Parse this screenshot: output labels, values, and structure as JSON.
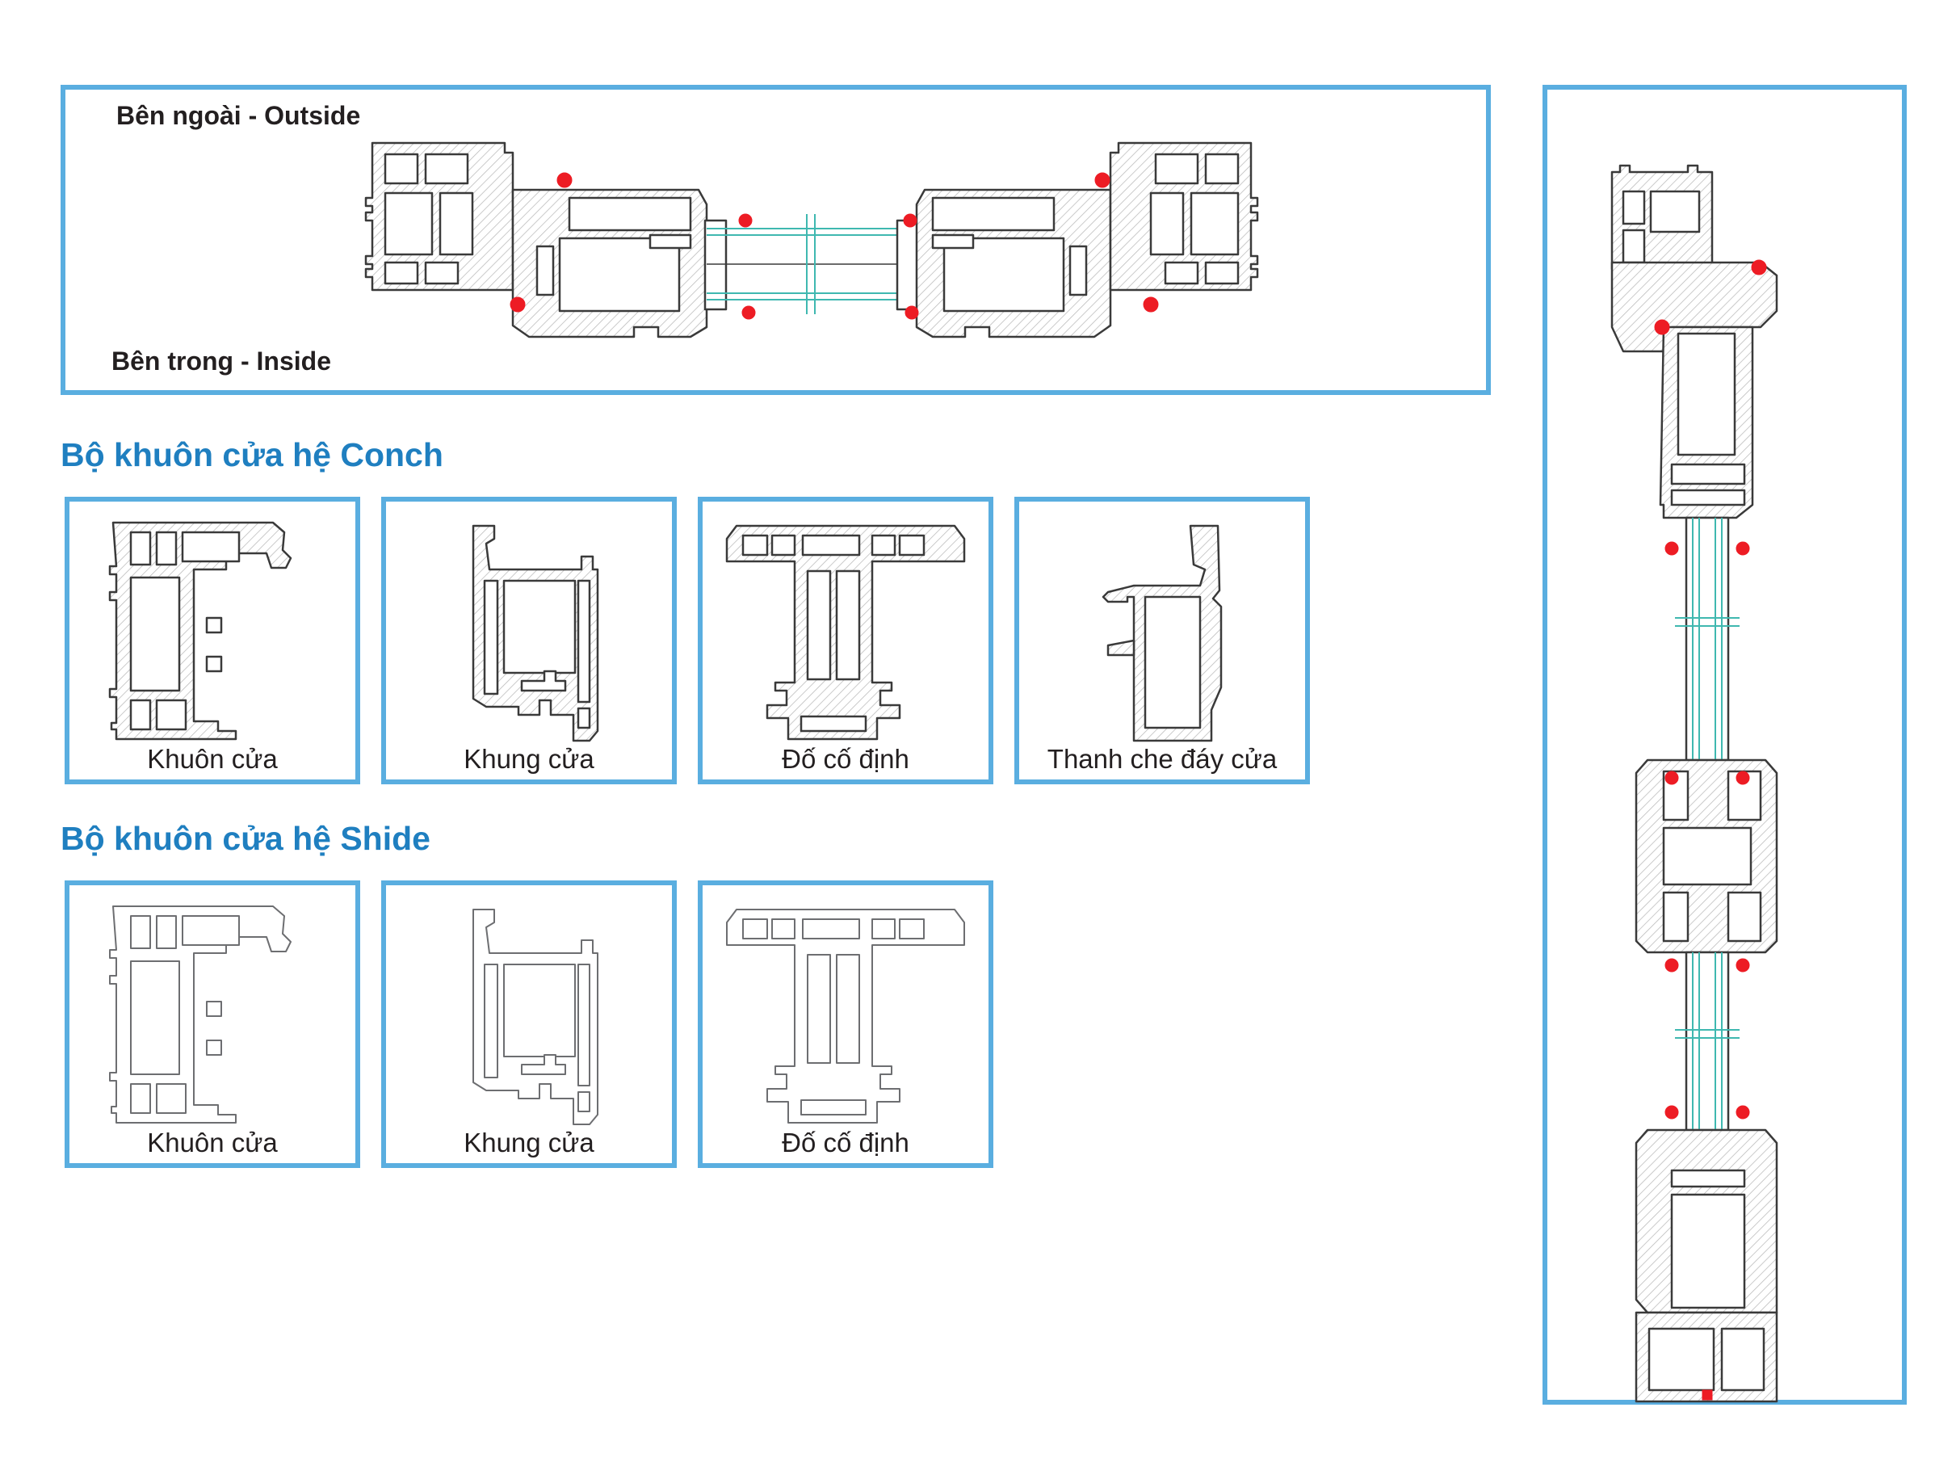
{
  "top_panel": {
    "outside_label": "Bên ngoài - Outside",
    "inside_label": "Bên trong - Inside"
  },
  "conch": {
    "heading": "Bộ khuôn cửa hệ Conch",
    "cards": [
      {
        "label": "Khuôn cửa"
      },
      {
        "label": "Khung cửa"
      },
      {
        "label": "Đố cố định"
      },
      {
        "label": "Thanh che đáy cửa"
      }
    ]
  },
  "shide": {
    "heading": "Bộ khuôn cửa hệ Shide",
    "cards": [
      {
        "label": "Khuôn cửa"
      },
      {
        "label": "Khung cửa"
      },
      {
        "label": "Đố cố định"
      }
    ]
  },
  "colors": {
    "frame_border": "#5aaee0",
    "heading": "#1f7fc0",
    "seal": "#ed1c24",
    "glass": "#3fb8b0"
  }
}
